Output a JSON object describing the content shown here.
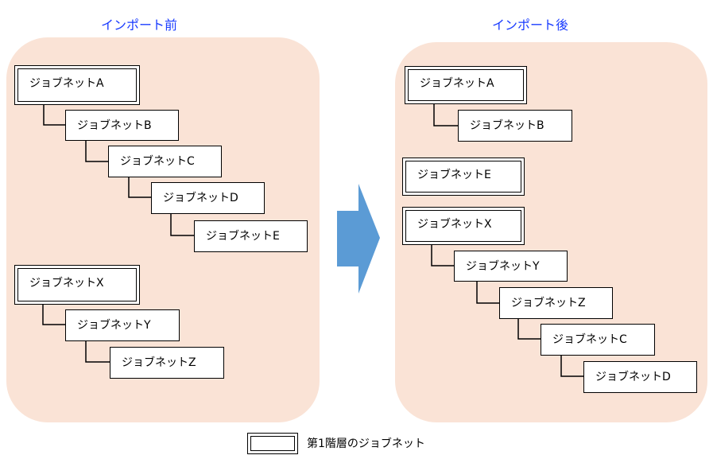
{
  "before": {
    "title": "インポート前",
    "nodes": [
      "ジョブネットA",
      "ジョブネットB",
      "ジョブネットC",
      "ジョブネットD",
      "ジョブネットE",
      "ジョブネットX",
      "ジョブネットY",
      "ジョブネットZ"
    ]
  },
  "after": {
    "title": "インポート後",
    "nodes": [
      "ジョブネットA",
      "ジョブネットB",
      "ジョブネットE",
      "ジョブネットX",
      "ジョブネットY",
      "ジョブネットZ",
      "ジョブネットC",
      "ジョブネットD"
    ]
  },
  "arrow": {
    "color": "#5b9bd5"
  },
  "panel_color": "#fae3d6",
  "title_color": "#1a3cff",
  "legend": {
    "label": "第1階層のジョブネット"
  }
}
